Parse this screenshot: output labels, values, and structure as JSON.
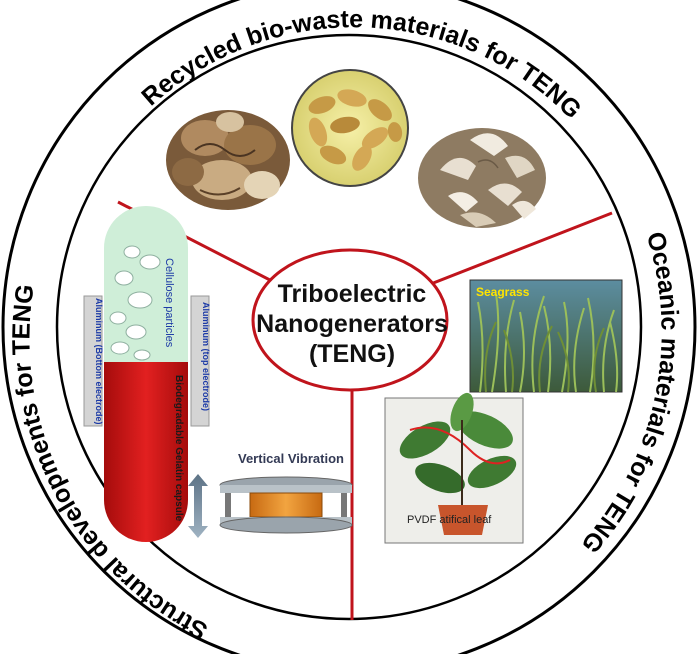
{
  "center": {
    "line1": "Triboelectric",
    "line2": "Nanogenerators",
    "line3": "(TENG)"
  },
  "arcs": {
    "top": "Recycled bio-waste materials for TENG",
    "right": "Oceanic materials for TENG",
    "left": "Structural developments for TENG"
  },
  "labels": {
    "cellulose": "Cellulose particles",
    "aluminum_top": "Aluminum (top electrode)",
    "aluminum_bottom": "Aluminum (Bottom electrode)",
    "capsule": "Biodegradable Gelatin capsule",
    "vibration": "Vertical Vibration",
    "seagrass": "Seagrass",
    "leaf": "PVDF atifical leaf"
  },
  "colors": {
    "divider": "#c0141c",
    "ring": "#000000",
    "text_blue": "#1c3aa6",
    "seagrass_label": "#ffe400",
    "capsule_red": "#d21a1a",
    "capsule_green": "#cfeed8"
  },
  "icons": [
    "walnut-shell-photo",
    "peanut-pile-photo",
    "eggshell-pile-photo",
    "seagrass-photo",
    "pvdf-leaf-plant-photo",
    "vibration-arrow-icon"
  ]
}
